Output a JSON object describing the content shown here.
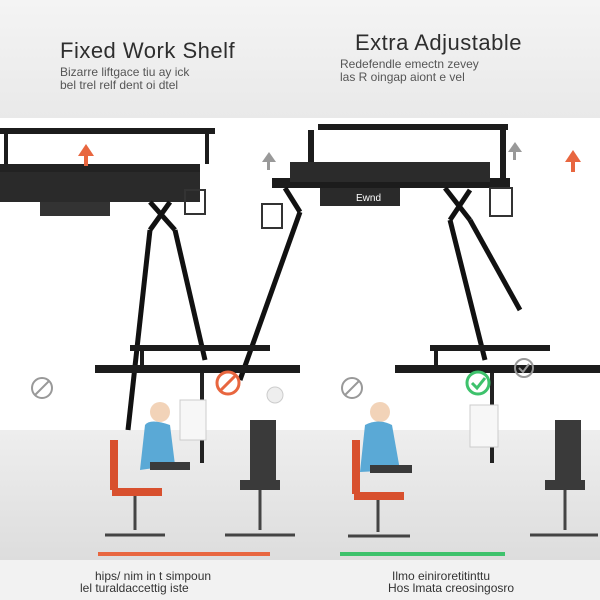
{
  "left_panel": {
    "title": "Fixed Work Shelf",
    "subtitle_line1": "Bizarre liftgace tiu ay ick",
    "subtitle_line2": "bel trel relf dent oi dtel"
  },
  "right_panel": {
    "title": "Extra Adjustable",
    "subtitle_line1": "Redefendle emectn zevey",
    "subtitle_line2": "las R oingap aiont e vel"
  },
  "bottom_left": {
    "caption_line1": "hips/ nim in t simpoun",
    "caption_line2": "lel turaldaccettig iste"
  },
  "bottom_right": {
    "caption_line1": "Ilmo einiroretitinttu",
    "caption_line2": "Hos lmata creosingosro"
  },
  "desk_label": "Ewnd",
  "colors": {
    "bad_accent": "#e8663f",
    "good_accent": "#3ec26c",
    "shirt": "#5aa9d6",
    "chair_red": "#d8502e",
    "desk": "#1c1c1c"
  },
  "icons": {
    "bad_marker": "prohibit-icon",
    "good_marker": "check-circle-icon",
    "lift_marker": "up-arrow-icon"
  }
}
